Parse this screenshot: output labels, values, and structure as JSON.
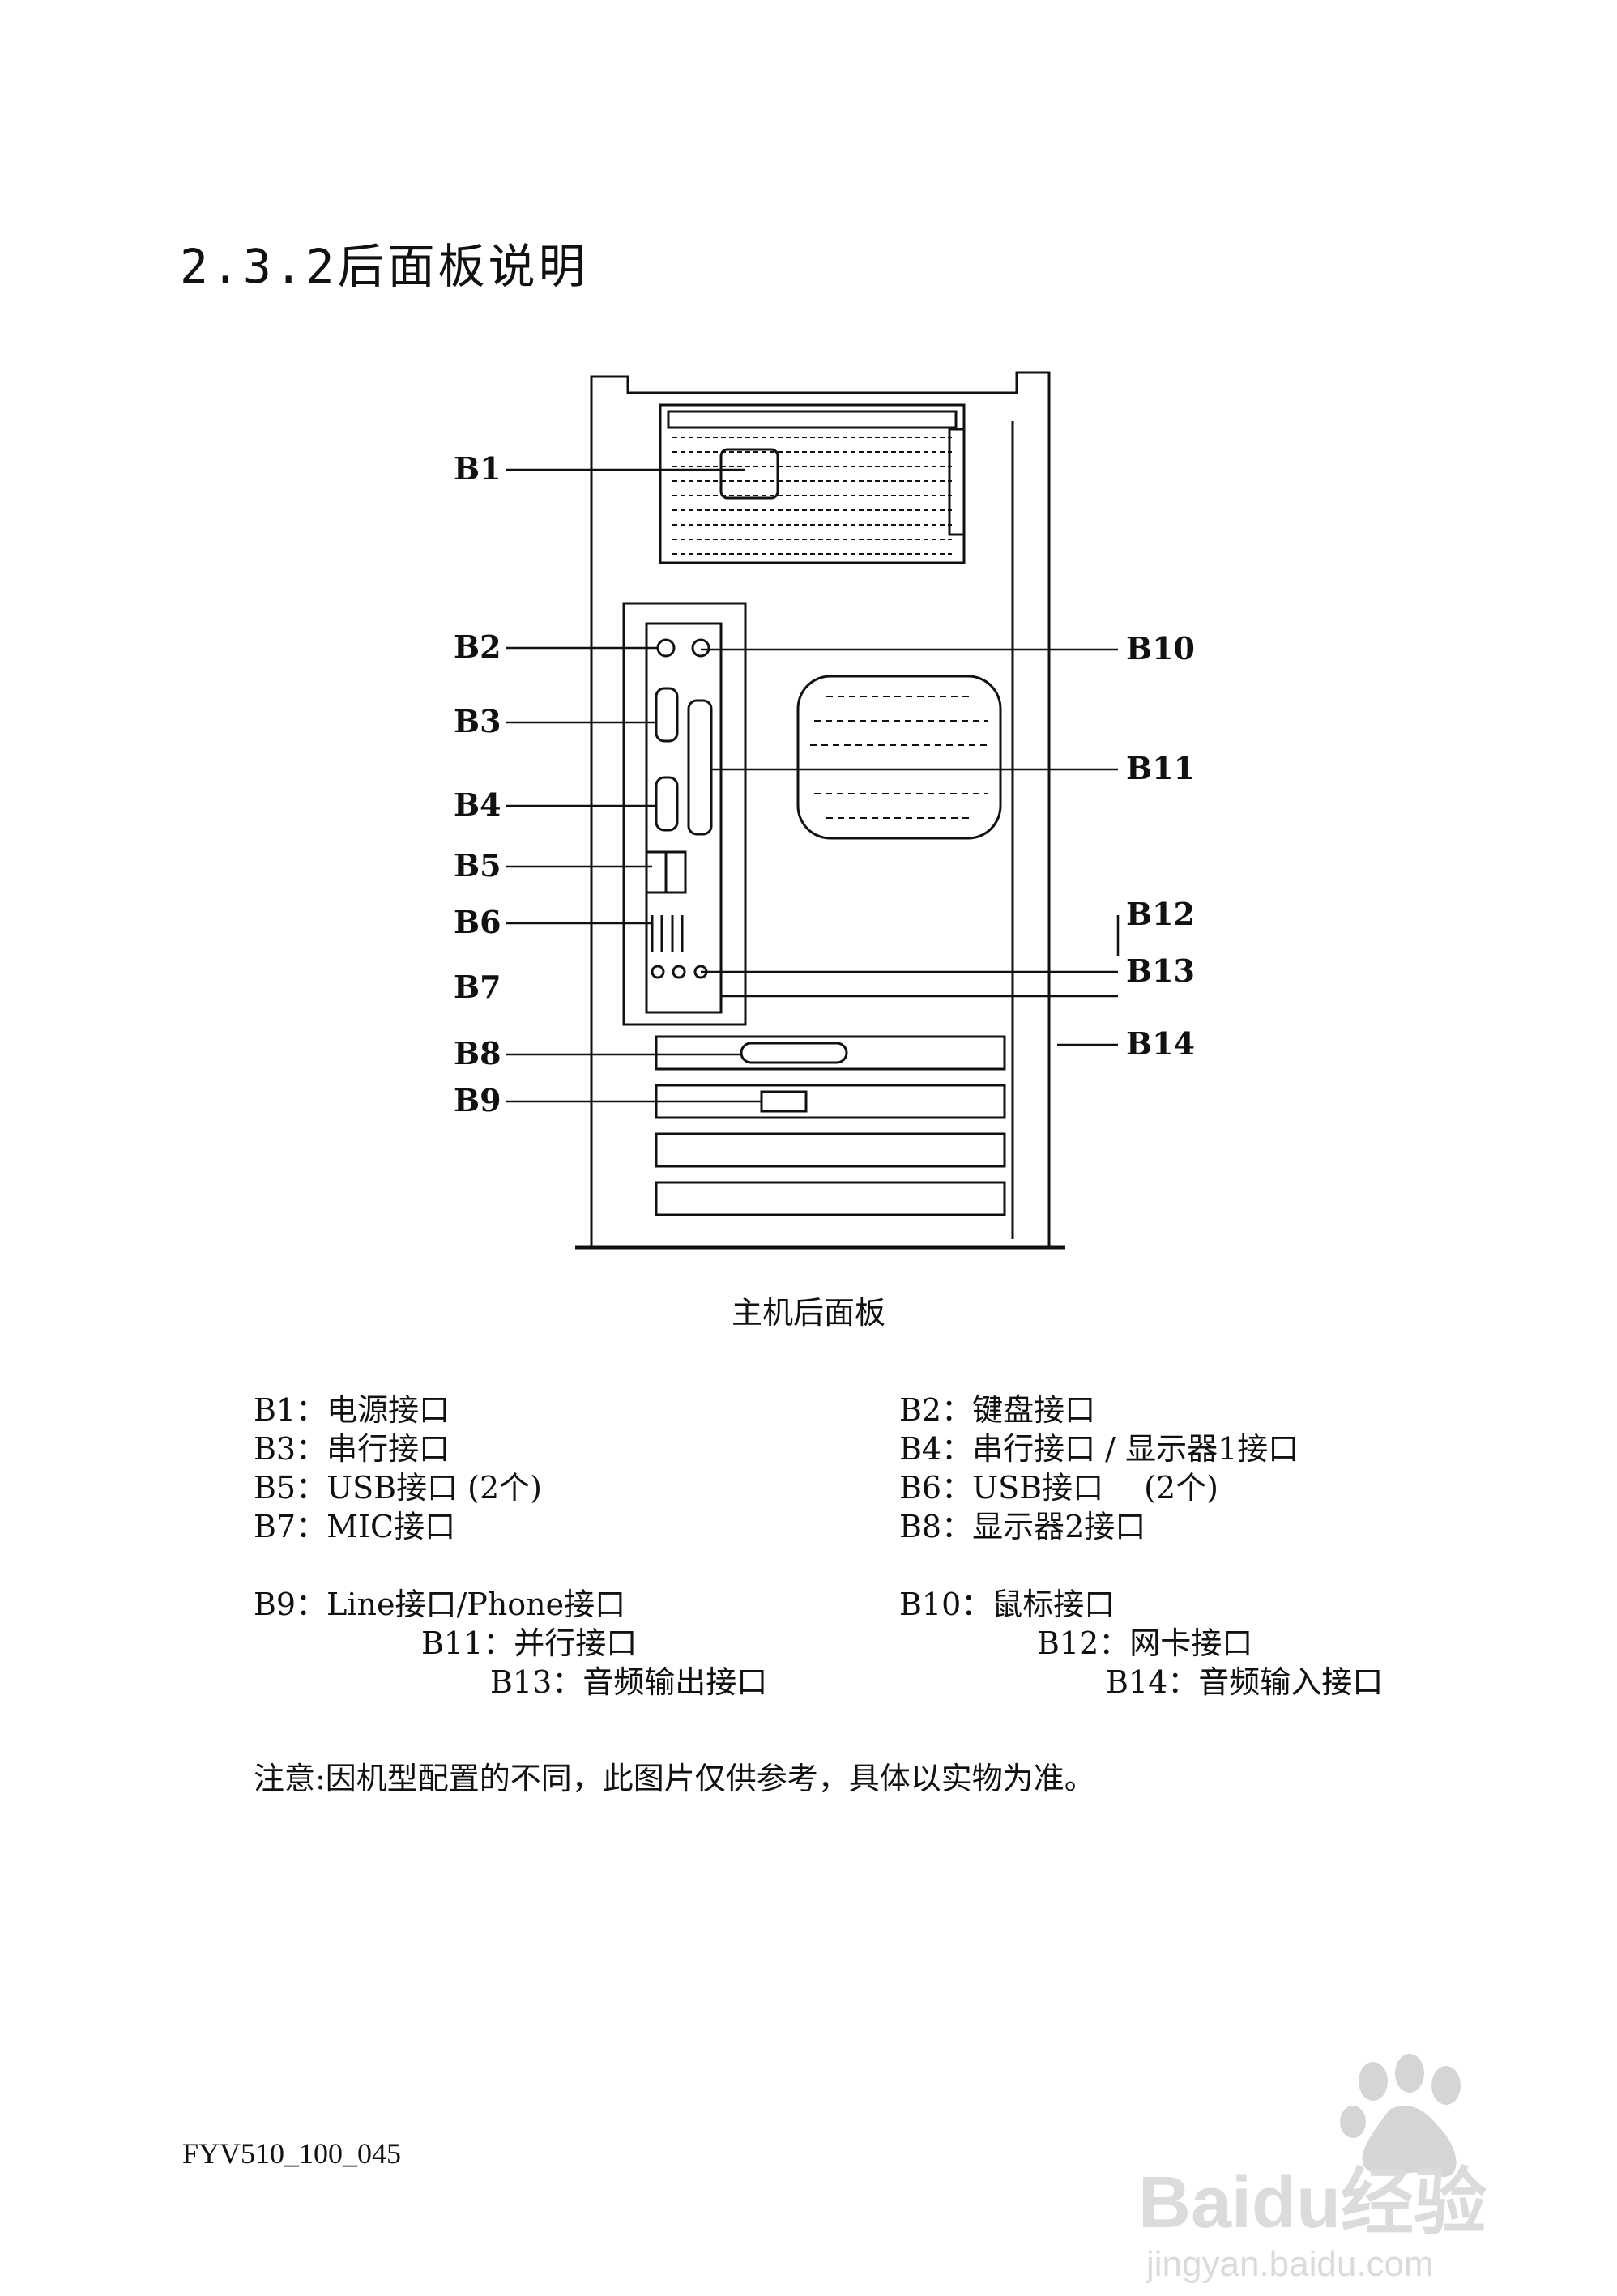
{
  "section": {
    "title": "2.3.2后面板说明"
  },
  "diagram": {
    "labels_left": [
      "B1",
      "B2",
      "B3",
      "B4",
      "B5",
      "B6",
      "B7",
      "B8",
      "B9"
    ],
    "labels_right": [
      "B10",
      "B11",
      "B12",
      "B13",
      "B14"
    ],
    "caption": "主机后面板"
  },
  "legend": {
    "rows": [
      [
        "B1：电源接口",
        "B2：键盘接口"
      ],
      [
        "B3：串行接口",
        "B4：串行接口 / 显示器1接口"
      ],
      [
        "B5：USB接口 (2个)",
        "B6：USB接口　 (2个)"
      ],
      [
        "B7：MIC接口",
        "B8：显示器2接口"
      ],
      [
        "B9：Line接口/Phone接口",
        "B10：鼠标接口"
      ],
      [
        "B11：并行接口",
        "B12：网卡接口"
      ],
      [
        "B13：音频输出接口",
        "B14：音频输入接口"
      ]
    ]
  },
  "note": "注意:因机型配置的不同，此图片仅供参考，具体以实物为准。",
  "footer": {
    "code": "FYV510_100_045"
  },
  "watermark": {
    "brand": "Baidu经验",
    "url": "jingyan.baidu.com"
  }
}
